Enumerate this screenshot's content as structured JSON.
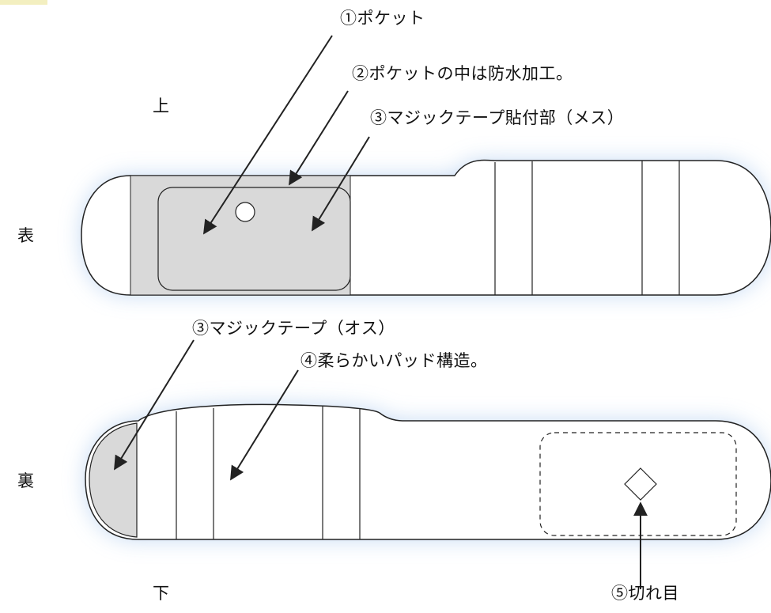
{
  "orientation": {
    "top": "上",
    "bottom": "下",
    "front": "表",
    "back": "裏"
  },
  "callouts": {
    "pocket": "①ポケット",
    "pocket_waterproof": "②ポケットの中は防水加工。",
    "velcro_female": "③マジックテープ貼付部（メス）",
    "velcro_male": "③マジックテープ（オス）",
    "soft_pad": "④柔らかいパッド構造。",
    "slit": "⑤切れ目"
  },
  "colors": {
    "pocket_fill": "#d9d9d9",
    "glow": "#bcd4f2",
    "outline": "#222222"
  }
}
